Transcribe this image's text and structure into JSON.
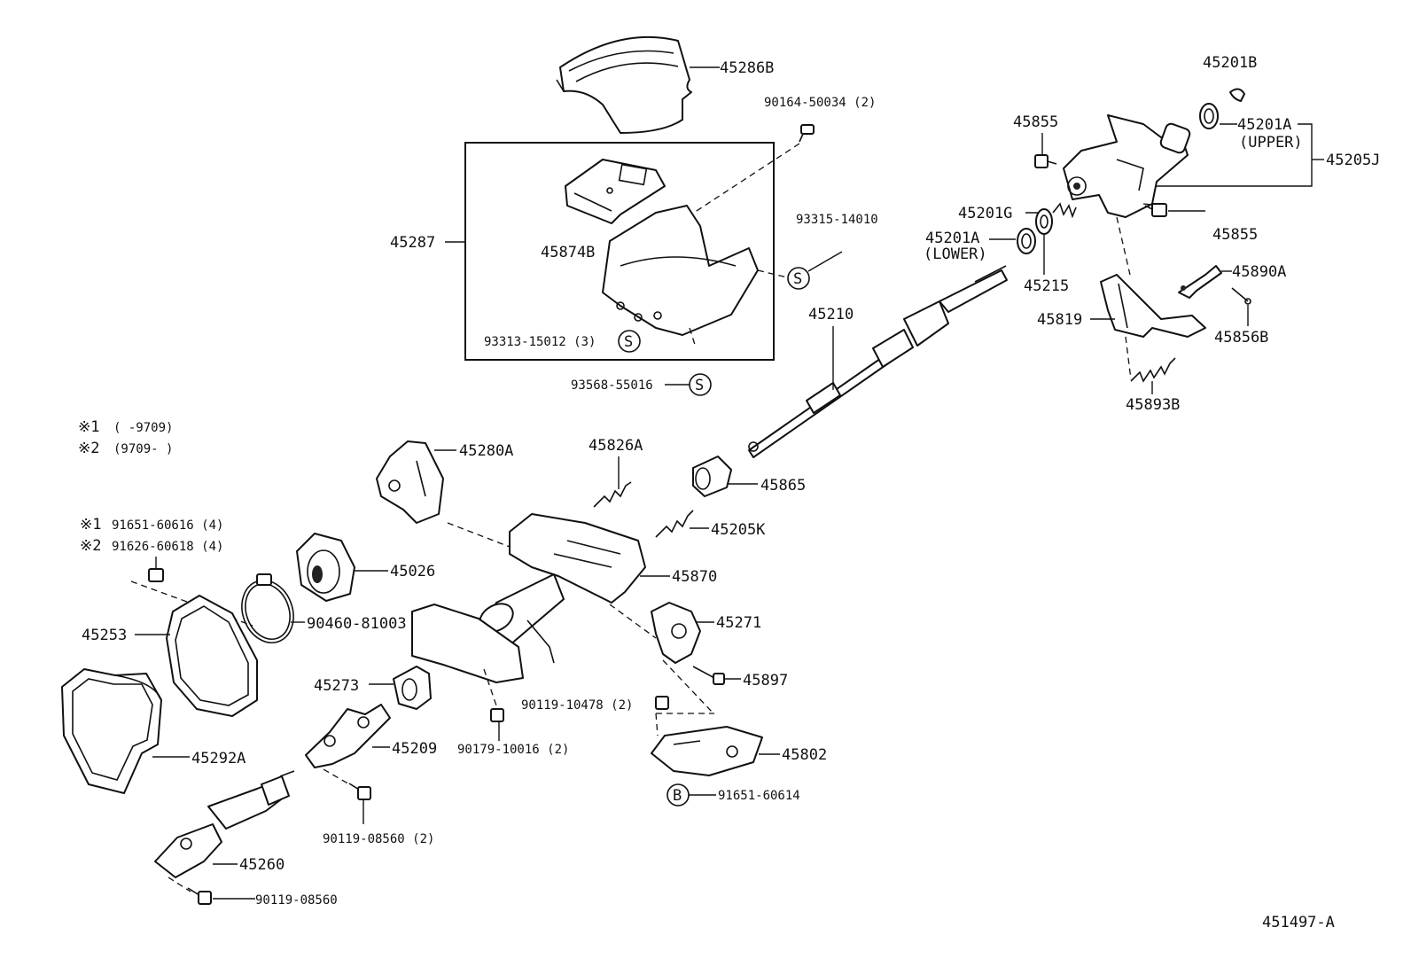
{
  "diagram_code": "451497-A",
  "legend": [
    {
      "mark": "※1",
      "range": "(      -9709)"
    },
    {
      "mark": "※2",
      "range": "(9709-      )"
    }
  ],
  "callouts": {
    "c45286B": "45286B",
    "c90164": "90164-50034 (2)",
    "c45287": "45287",
    "c45874B": "45874B",
    "c93315": "93315-14010",
    "c93313": "93313-15012 (3)",
    "c93568": "93568-55016",
    "c45201B": "45201B",
    "c45855a": "45855",
    "c45201A_u": "45201A",
    "c45201A_u2": "(UPPER)",
    "c45205J": "45205J",
    "c45201G": "45201G",
    "c45201A_l": "45201A",
    "c45201A_l2": "(LOWER)",
    "c45215": "45215",
    "c45855b": "45855",
    "c45890A": "45890A",
    "c45819": "45819",
    "c45856B": "45856B",
    "c45893B": "45893B",
    "c45210": "45210",
    "c45280A": "45280A",
    "c45826A": "45826A",
    "c45865": "45865",
    "c45205K": "45205K",
    "c91651a": "91651-60616 (4)",
    "c91626": "91626-60618 (4)",
    "c45026": "45026",
    "c45870": "45870",
    "c45253": "45253",
    "c90460": "90460-81003",
    "c45271": "45271",
    "c45897": "45897",
    "c45273": "45273",
    "c90119a": "90119-10478 (2)",
    "c90179": "90179-10016 (2)",
    "c45209": "45209",
    "c45292A": "45292A",
    "c45802": "45802",
    "c91651b": "91651-60614",
    "c90119b": "90119-08560 (2)",
    "c45260": "45260",
    "c90119c": "90119-08560"
  },
  "symbols": {
    "s_letter": "S",
    "b_letter": "B",
    "mark1": "※1",
    "mark2": "※2"
  }
}
